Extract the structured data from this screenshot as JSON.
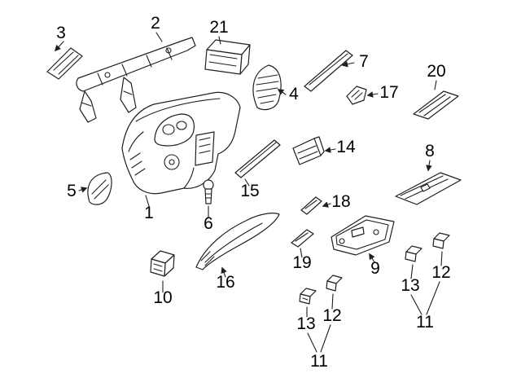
{
  "colors": {
    "background": "#ffffff",
    "line": "#1f1f1f",
    "text": "#000000"
  },
  "callouts": [
    {
      "label": "3"
    },
    {
      "label": "2"
    },
    {
      "label": "21"
    },
    {
      "label": "4"
    },
    {
      "label": "7"
    },
    {
      "label": "17"
    },
    {
      "label": "20"
    },
    {
      "label": "1"
    },
    {
      "label": "5"
    },
    {
      "label": "6"
    },
    {
      "label": "15"
    },
    {
      "label": "14"
    },
    {
      "label": "8"
    },
    {
      "label": "18"
    },
    {
      "label": "19"
    },
    {
      "label": "9"
    },
    {
      "label": "16"
    },
    {
      "label": "10"
    },
    {
      "label": "13"
    },
    {
      "label": "12"
    },
    {
      "label": "11"
    },
    {
      "label": "13"
    },
    {
      "label": "12"
    },
    {
      "label": "11"
    }
  ]
}
